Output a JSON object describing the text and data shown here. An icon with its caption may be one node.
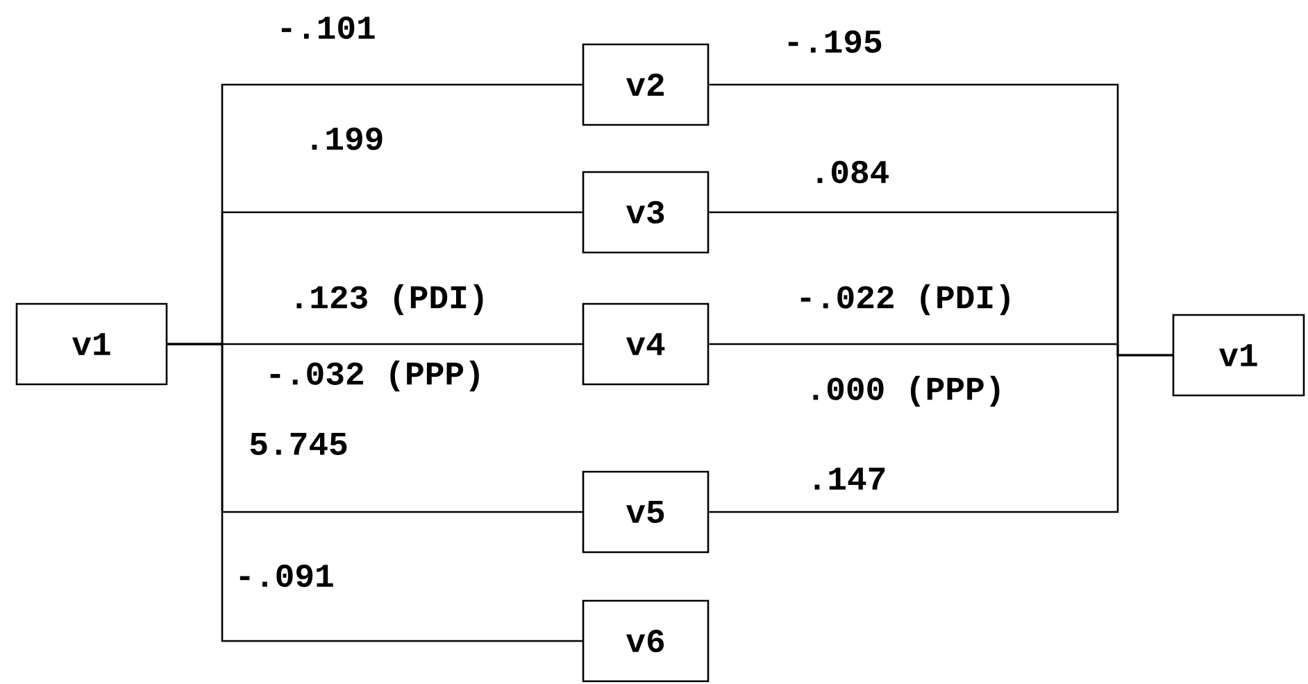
{
  "diagram": {
    "nodes": [
      {
        "text": [
          "v1"
        ]
      },
      {
        "text": [
          "v2"
        ]
      },
      {
        "text": [
          "v3"
        ]
      },
      {
        "text": [
          "v4"
        ]
      },
      {
        "text": [
          "v5"
        ]
      },
      {
        "text": [
          "v6"
        ]
      },
      {
        "text": [
          "v1"
        ]
      }
    ],
    "edges": [
      {
        "from": 0,
        "to": 1,
        "arrow": "none",
        "label": "-.101"
      },
      {
        "from": 0,
        "to": 2,
        "arrow": "none",
        "label": ".199"
      },
      {
        "from": 0,
        "to": 3,
        "arrow": "none",
        "label": ".123 (PDI)"
      },
      {
        "from": 0,
        "to": 4,
        "arrow": "none",
        "label": "5.745"
      },
      {
        "from": 0,
        "to": 5,
        "arrow": "none",
        "label": "-.091"
      },
      {
        "from": 1,
        "to": 6,
        "arrow": "none",
        "label": "-.195"
      },
      {
        "from": 2,
        "to": 6,
        "arrow": "none",
        "label": ".084"
      },
      {
        "from": 3,
        "to": 6,
        "arrow": "none",
        "label": "-.022 (PDI)"
      },
      {
        "from": 4,
        "to": 6,
        "arrow": "none",
        "label": ".147"
      }
    ],
    "labels": [
      "-.032 (PPP)",
      ".000 (PPP)"
    ]
  }
}
